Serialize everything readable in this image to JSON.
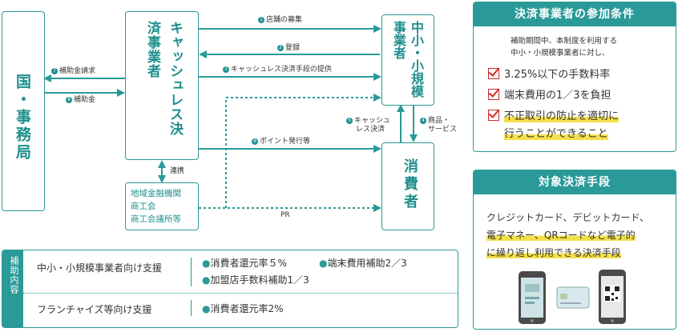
{
  "diagram": {
    "nodes": {
      "country": "国・事務局",
      "cashless_operator": "キャッシュレス決済事業者",
      "sme": "中小・小規模事業者",
      "consumer": "消費者",
      "local": [
        "地域金融機関",
        "商工会",
        "商工会議所等"
      ]
    },
    "edges": {
      "e1": {
        "num": "1",
        "text": "店舗の募集"
      },
      "e2": {
        "num": "2",
        "text": "登録"
      },
      "e3": {
        "num": "3",
        "text": "キャッシュレス決済手段の提供"
      },
      "e4": {
        "num": "4",
        "text": "商品・",
        "text2": "サービス"
      },
      "e5": {
        "num": "5",
        "text": "キャッシュ",
        "text2": "レス決済"
      },
      "e6": {
        "num": "6",
        "text": "ポイント発行等"
      },
      "e7": {
        "num": "7",
        "text": "補助金請求"
      },
      "e8": {
        "num": "8",
        "text": "補助金"
      },
      "link": "連携",
      "pr": "PR"
    }
  },
  "support": {
    "label": "補助内容",
    "rows": [
      {
        "target": "中小・小規模事業者向け支援",
        "items": [
          "消費者還元率５%",
          "端末費用補助2／3",
          "加盟店手数料補助1／3"
        ]
      },
      {
        "target": "フランチャイズ等向け支援",
        "items": [
          "消費者還元率2%"
        ]
      }
    ]
  },
  "conditions": {
    "title": "決済事業者の参加条件",
    "intro1": "補助期間中、本制度を利用する",
    "intro2": "中小・小規模事業者に対し、",
    "items": [
      "3.25%以下の手数料率",
      "端末費用の1／3を負担",
      "不正取引の防止を適切に",
      "行うことができること"
    ]
  },
  "payment": {
    "title": "対象決済手段",
    "line1": "クレジットカード、デビットカード、",
    "line2": "電子マネー、QRコードなど電子的",
    "line3": "に繰り返し利用できる決済手段"
  },
  "colors": {
    "teal": "#2a9a98",
    "dark_teal": "#1f8f8d",
    "check_red": "#cc2a2a",
    "highlight": "#f5e04a"
  }
}
